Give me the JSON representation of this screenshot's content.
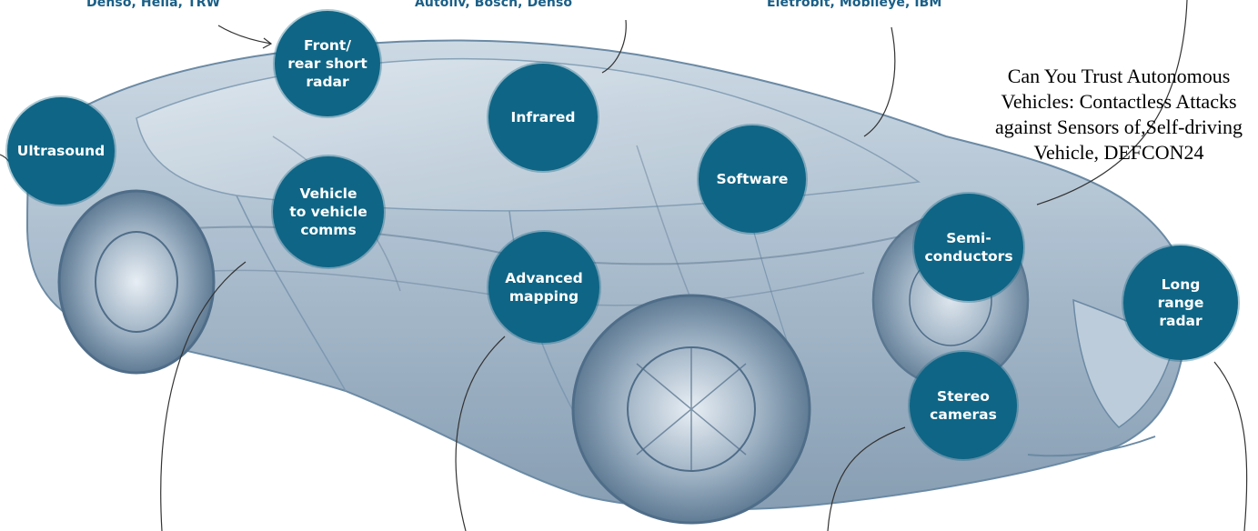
{
  "suppliers": {
    "radar": "Denso, Hella, TRW",
    "infrared": "Autoliv, Bosch, Denso",
    "software": "Eletrobit, Mobileye, IBM"
  },
  "sensors": {
    "ultrasound": "Ultrasound",
    "front_rear_radar": "Front/\nrear short\nradar",
    "infrared": "Infrared",
    "software": "Software",
    "v2v": "Vehicle\nto vehicle\ncomms",
    "mapping": "Advanced\nmapping",
    "semiconductors": "Semi-\nconductors",
    "long_range_radar": "Long\nrange\nradar",
    "stereo_cameras": "Stereo\ncameras"
  },
  "caption": "Can You Trust Autonomous\nVehicles: Contactless Attacks\nagainst Sensors of,Self-driving\nVehicle, DEFCON24",
  "colors": {
    "bubble": "#0f6585",
    "supplier_text": "#1a5f87",
    "car_tint": "#5b7e9b"
  }
}
